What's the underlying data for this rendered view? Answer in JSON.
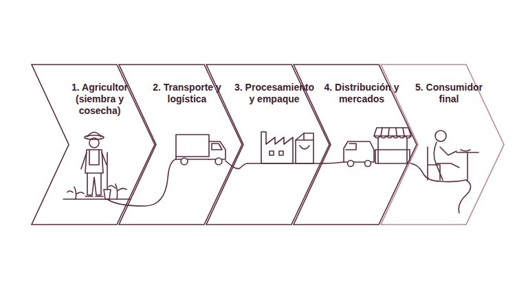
{
  "diagram": {
    "nodes": [
      {
        "text": [
          "1. Agricultor (siembra y cosecha)"
        ]
      },
      {
        "text": [
          "2. Transporte y logística"
        ]
      },
      {
        "text": [
          "3. Procesamiento y empaque"
        ]
      },
      {
        "text": [
          "4. Distribución y mercados"
        ]
      },
      {
        "text": [
          "5. Consumidor final"
        ]
      }
    ]
  }
}
